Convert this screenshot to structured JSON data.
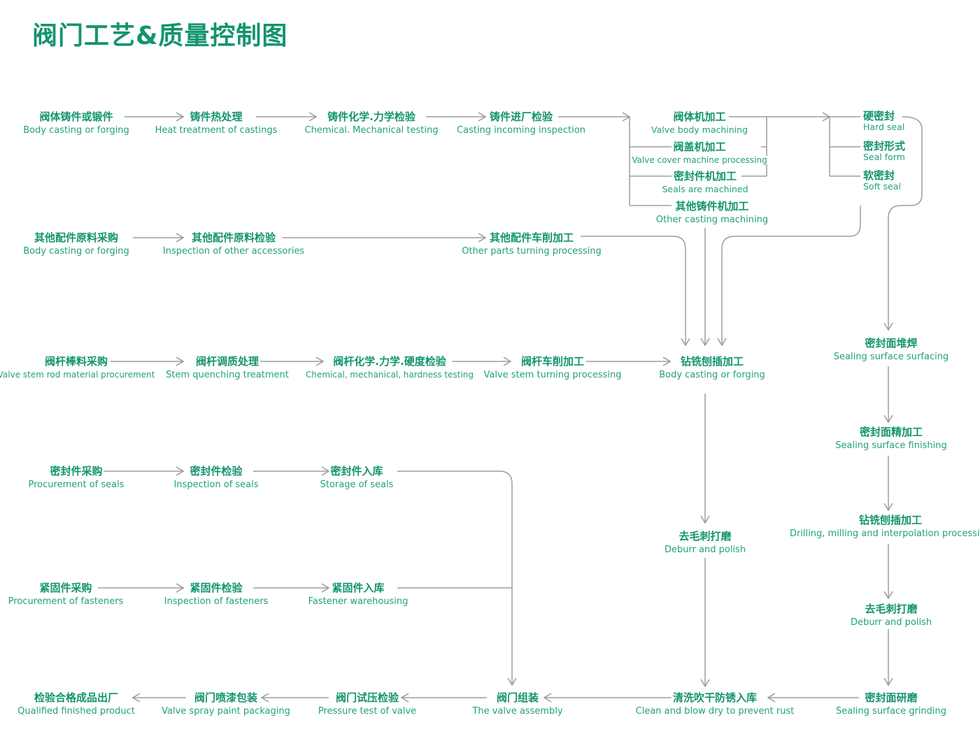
{
  "title": "阀门工艺&质量控制图",
  "colors": {
    "accent": "#13946f",
    "subtext": "#21a07c",
    "line": "#9e9e9e"
  },
  "nodes": {
    "body_casting": {
      "zh": "阀体铸件或锻件",
      "en": "Body casting or forging"
    },
    "heat_treatment": {
      "zh": "铸件热处理",
      "en": "Heat treatment of castings"
    },
    "chem_mech_test": {
      "zh": "铸件化学.力学检验",
      "en": "Chemical. Mechanical testing"
    },
    "incoming_insp": {
      "zh": "铸件进厂检验",
      "en": "Casting incoming inspection"
    },
    "valve_body_mach": {
      "zh": "阀体机加工",
      "en": "Valve body machining"
    },
    "valve_cover_mach": {
      "zh": "阀盖机加工",
      "en": "Valve cover machine processing"
    },
    "seals_mach": {
      "zh": "密封件机加工",
      "en": "Seals are machined"
    },
    "other_cast_mach": {
      "zh": "其他铸件机加工",
      "en": "Other casting machining"
    },
    "hard_seal": {
      "zh": "硬密封",
      "en": "Hard seal"
    },
    "seal_form": {
      "zh": "密封形式",
      "en": "Seal form"
    },
    "soft_seal": {
      "zh": "软密封",
      "en": "Soft seal"
    },
    "other_purchase": {
      "zh": "其他配件原料采购",
      "en": "Body casting or forging"
    },
    "other_insp": {
      "zh": "其他配件原料检验",
      "en": "Inspection of other accessories"
    },
    "other_turning": {
      "zh": "其他配件车削加工",
      "en": "Other parts turning processing"
    },
    "stem_purchase": {
      "zh": "阀杆棒料采购",
      "en": "Valve stem rod material procurement"
    },
    "stem_quench": {
      "zh": "阀杆调质处理",
      "en": "Stem quenching treatment"
    },
    "stem_test": {
      "zh": "阀杆化学.力学.硬度检验",
      "en": "Chemical, mechanical, hardness testing"
    },
    "stem_turning": {
      "zh": "阀杆车削加工",
      "en": "Valve stem turning processing"
    },
    "drill_mill": {
      "zh": "钻铣刨插加工",
      "en": "Body casting or forging"
    },
    "surf_weld": {
      "zh": "密封面堆焊",
      "en": "Sealing surface surfacing"
    },
    "surf_finish": {
      "zh": "密封面精加工",
      "en": "Sealing surface finishing"
    },
    "drill_mill_2": {
      "zh": "钻铣刨插加工",
      "en": "Drilling, milling and interpolation processing"
    },
    "deburr_2": {
      "zh": "去毛刺打磨",
      "en": "Deburr and polish"
    },
    "seal_purchase": {
      "zh": "密封件采购",
      "en": "Procurement of seals"
    },
    "seal_insp": {
      "zh": "密封件检验",
      "en": "Inspection of seals"
    },
    "seal_storage": {
      "zh": "密封件入库",
      "en": "Storage of seals"
    },
    "deburr_1": {
      "zh": "去毛刺打磨",
      "en": "Deburr and polish"
    },
    "fast_purchase": {
      "zh": "紧固件采购",
      "en": "Procurement of fasteners"
    },
    "fast_insp": {
      "zh": "紧固件检验",
      "en": "Inspection of fasteners"
    },
    "fast_storage": {
      "zh": "紧固件入库",
      "en": "Fastener warehousing"
    },
    "final_out": {
      "zh": "检验合格成品出厂",
      "en": "Qualified finished product"
    },
    "paint_pack": {
      "zh": "阀门喷漆包装",
      "en": "Valve spray paint packaging"
    },
    "pressure_test": {
      "zh": "阀门试压检验",
      "en": "Pressure test of valve"
    },
    "assembly": {
      "zh": "阀门组装",
      "en": "The valve assembly"
    },
    "clean_dry": {
      "zh": "清洗吹干防锈入库",
      "en": "Clean and blow dry to prevent rust"
    },
    "surf_grind": {
      "zh": "密封面研磨",
      "en": "Sealing surface grinding"
    }
  }
}
